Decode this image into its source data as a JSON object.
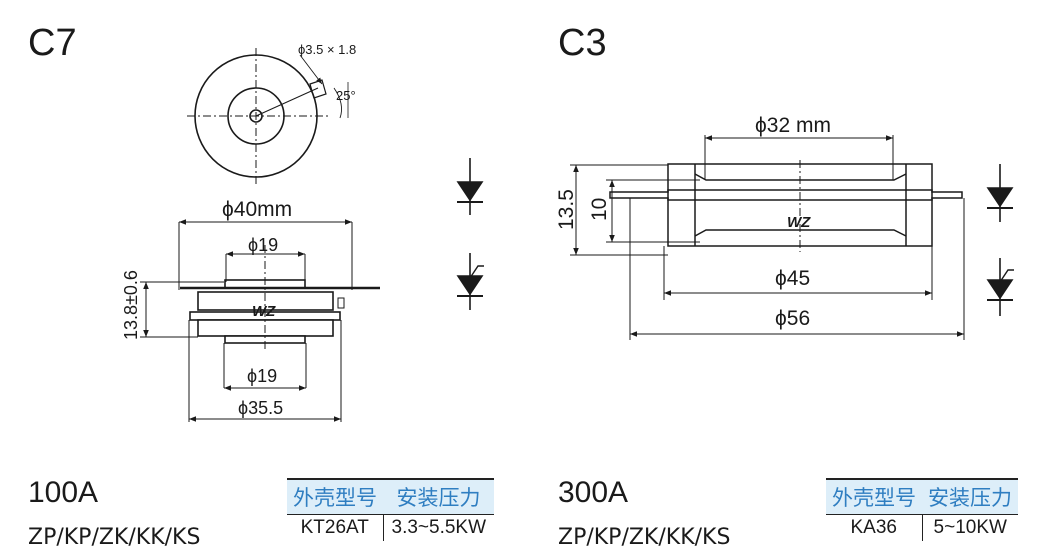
{
  "packages": [
    {
      "name": "C7",
      "dims": {
        "hole": "ϕ3.5 × 1.8",
        "angle": "25°",
        "flange": "ϕ40mm",
        "top_pole": "ϕ19",
        "height": "13.8±0.6",
        "bottom_pole": "ϕ19",
        "base": "ϕ35.5"
      },
      "rating": "100A",
      "types": "ZP/KP/ZK/KK/KS",
      "table": {
        "headers": [
          "外壳型号",
          "安装压力"
        ],
        "row": [
          "KT26AT",
          "3.3~5.5KW"
        ]
      }
    },
    {
      "name": "C3",
      "dims": {
        "pole": "ϕ32 mm",
        "height_outer": "13.5",
        "height_inner": "10",
        "body": "ϕ45",
        "flange": "ϕ56"
      },
      "rating": "300A",
      "types": "ZP/KP/ZK/KK/KS",
      "table": {
        "headers": [
          "外壳型号",
          "安装压力"
        ],
        "row": [
          "KA36",
          "5~10KW"
        ]
      }
    }
  ],
  "logo_text": "WZ",
  "colors": {
    "header_bg": "#ddeef9",
    "header_text": "#2f7ec1",
    "logo": "#2b6fb6"
  }
}
